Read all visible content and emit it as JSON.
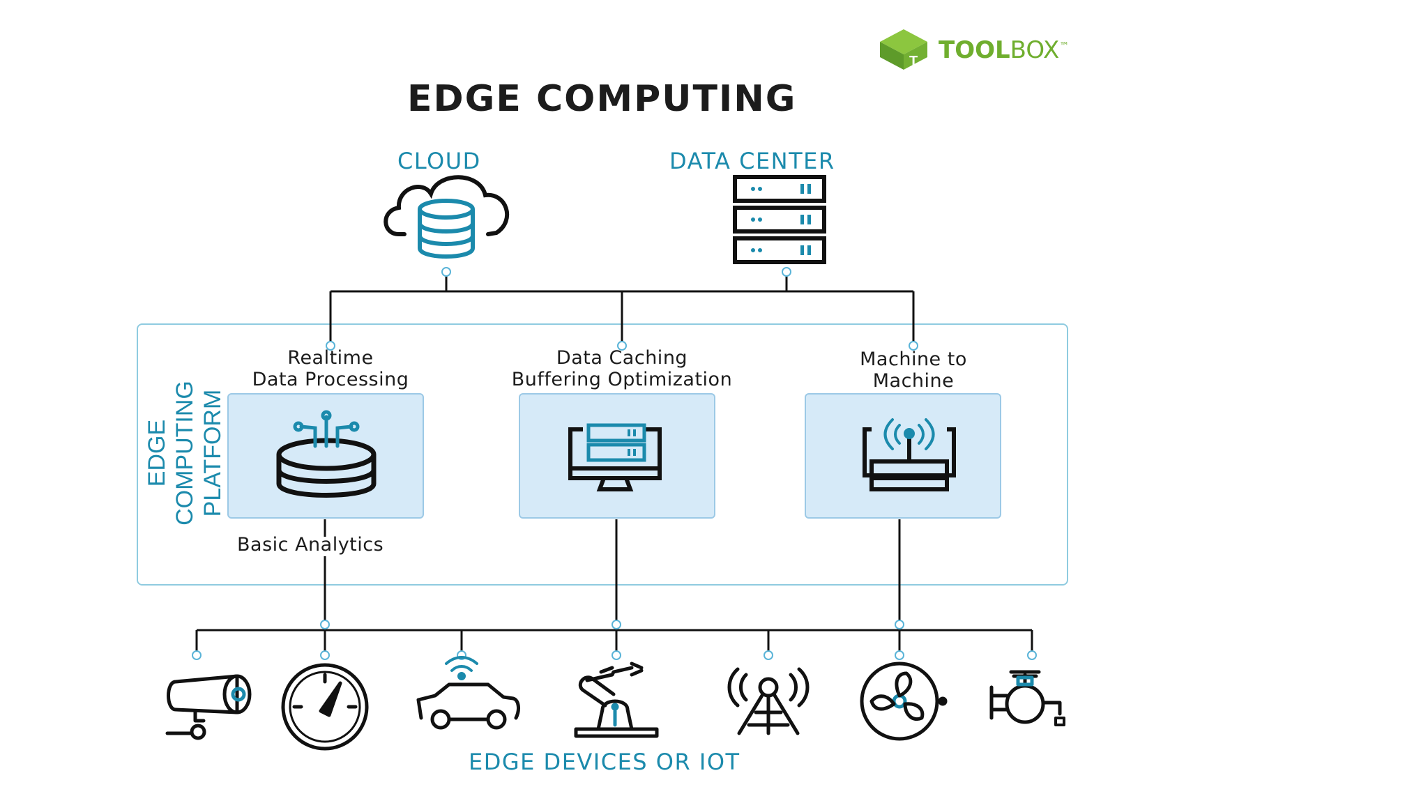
{
  "logo": {
    "name_bold": "TOOL",
    "name_regular": "BOX",
    "trademark": "™",
    "color": "#6fae2e"
  },
  "title": "EDGE COMPUTING",
  "top_nodes": {
    "cloud": "CLOUD",
    "data_center": "DATA CENTER"
  },
  "platform": {
    "label_line1": "EDGE COMPUTING",
    "label_line2": "PLATFORM",
    "nodes": [
      {
        "line1": "Realtime",
        "line2": "Data Processing",
        "icon": "database-analytics-icon"
      },
      {
        "line1": "Data Caching",
        "line2": "Buffering Optimization",
        "icon": "monitor-server-icon"
      },
      {
        "line1": "Machine to",
        "line2": "Machine",
        "icon": "wireless-router-icon"
      }
    ],
    "extra_label": "Basic Analytics"
  },
  "devices": {
    "label": "EDGE DEVICES OR IOT",
    "icons": [
      "security-camera-icon",
      "gauge-icon",
      "connected-car-icon",
      "robotic-arm-icon",
      "radio-tower-icon",
      "fan-icon",
      "valve-pump-icon"
    ]
  },
  "colors": {
    "accent": "#1b8aac",
    "box_fill": "#d6eaf8",
    "line": "#111111"
  }
}
